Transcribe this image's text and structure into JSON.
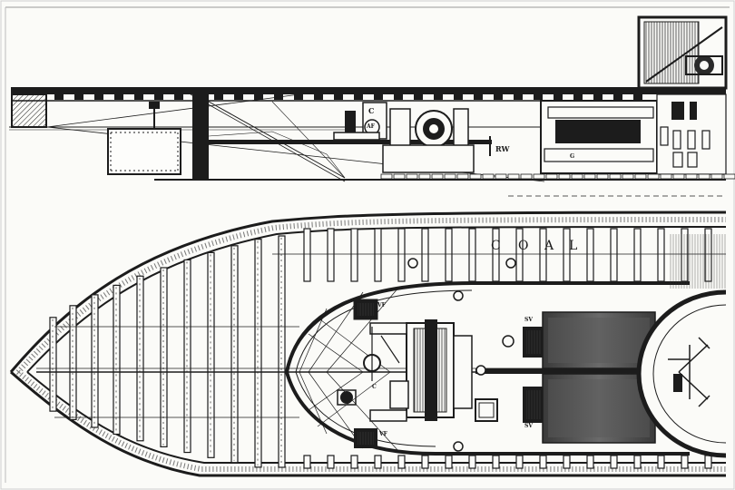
{
  "figure": {
    "subject": "ship machinery arrangement",
    "colors": {
      "paper": "#fbfbf8",
      "ink": "#1c1c1c",
      "shade": "#4a4a4a"
    }
  },
  "labels": {
    "c": "C",
    "af": "AF",
    "rw": "RW",
    "g": "G",
    "coal": [
      "C",
      "O",
      "A",
      "L"
    ],
    "vf": "VF",
    "sv_top": "SV",
    "sv_bottom": "SV",
    "c_plan": "C",
    "vf_lower": "VF"
  }
}
